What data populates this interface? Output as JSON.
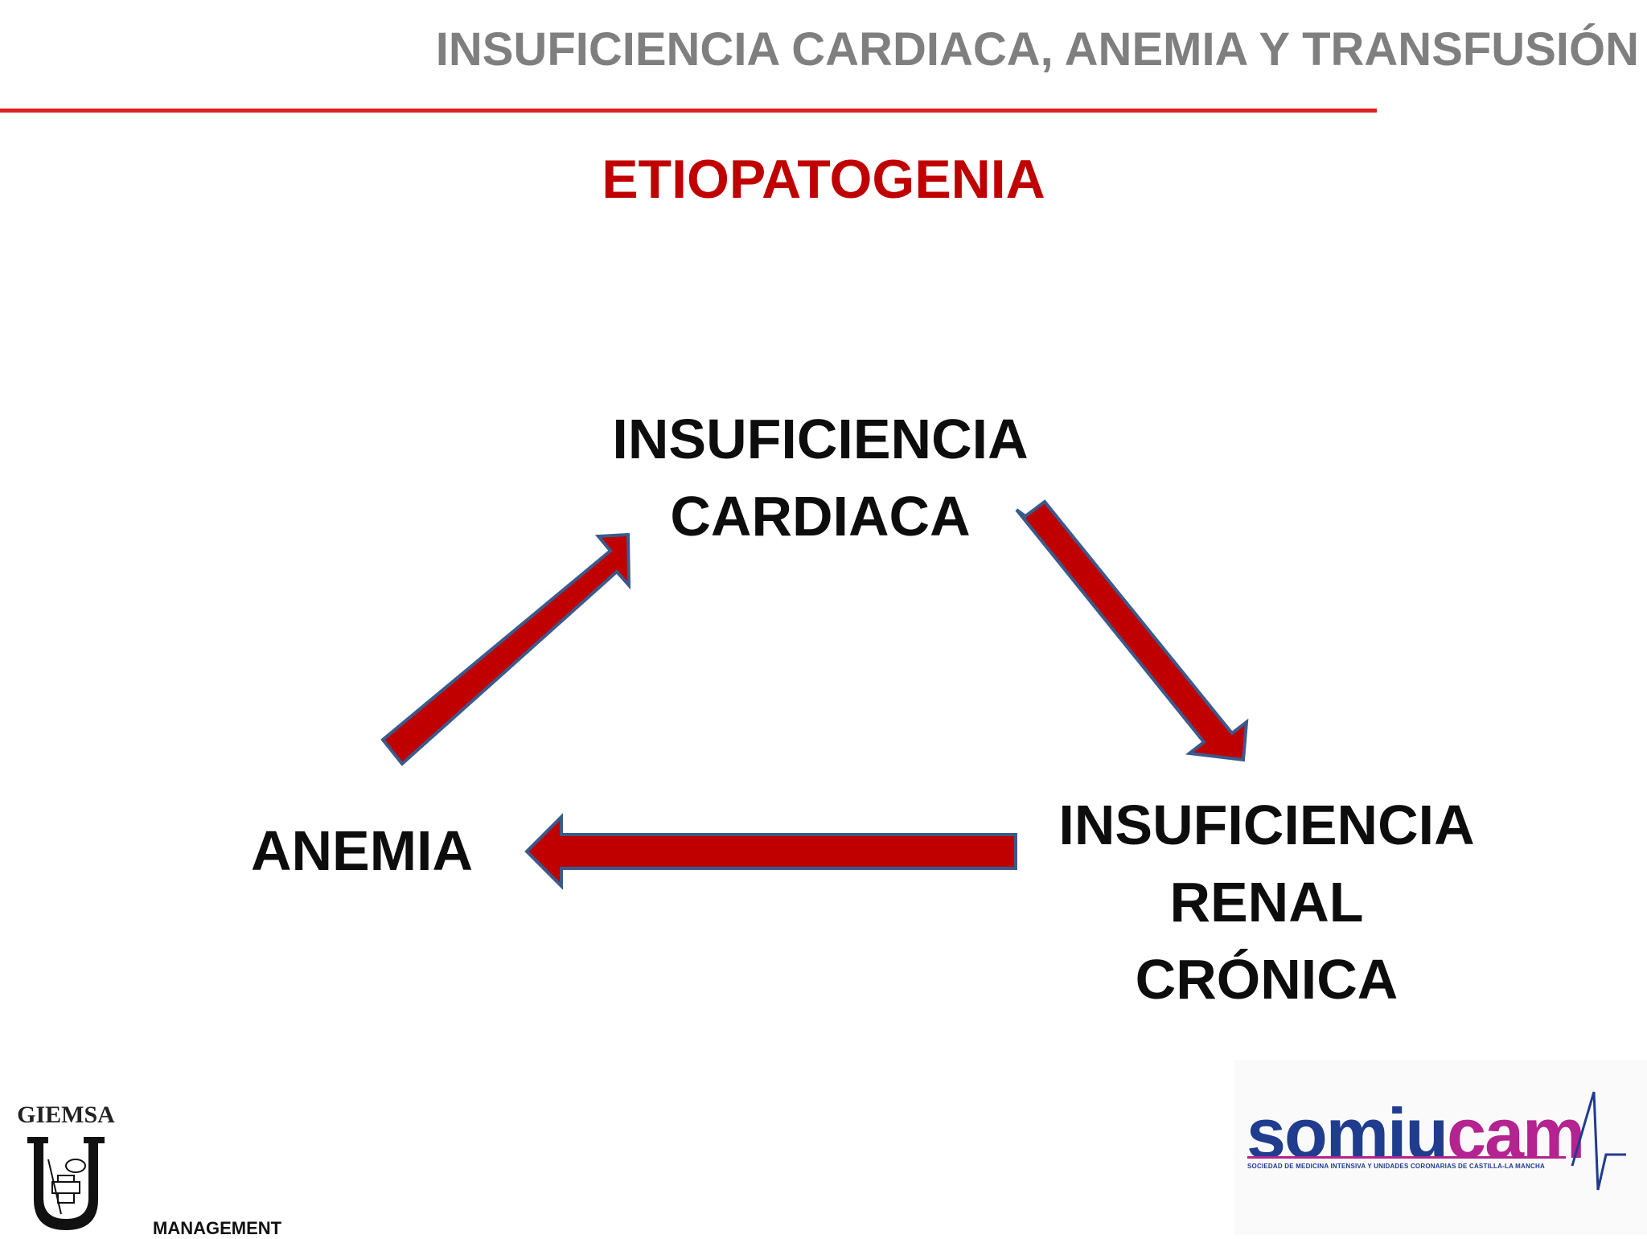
{
  "header": {
    "title": "INSUFICIENCIA CARDIACA, ANEMIA Y TRANSFUSIÓN",
    "rule_color": "#e02020"
  },
  "subtitle": "ETIOPATOGENIA",
  "diagram": {
    "arrow_fill": "#c00000",
    "arrow_stroke": "#3a5a8c",
    "nodes": {
      "cardiac": [
        "INSUFICIENCIA",
        "CARDIACA"
      ],
      "renal": [
        "INSUFICIENCIA",
        "RENAL",
        "CRÓNICA"
      ],
      "anemia": "ANEMIA"
    },
    "edges": [
      {
        "from": "cardiac",
        "to": "renal"
      },
      {
        "from": "renal",
        "to": "anemia"
      },
      {
        "from": "anemia",
        "to": "cardiac"
      }
    ]
  },
  "logos": {
    "giemsa": {
      "name": "GIEMSA",
      "emblem": "u-shield-with-cross-icon"
    },
    "management": "MANAGEMENT",
    "somiucam": {
      "part1": "somiu",
      "part2": "cam",
      "tagline": "SOCIEDAD DE MEDICINA INTENSIVA Y UNIDADES CORONARIAS DE CASTILLA-LA MANCHA",
      "colors": {
        "blue": "#1f3c8f",
        "magenta": "#b4238f"
      }
    }
  }
}
